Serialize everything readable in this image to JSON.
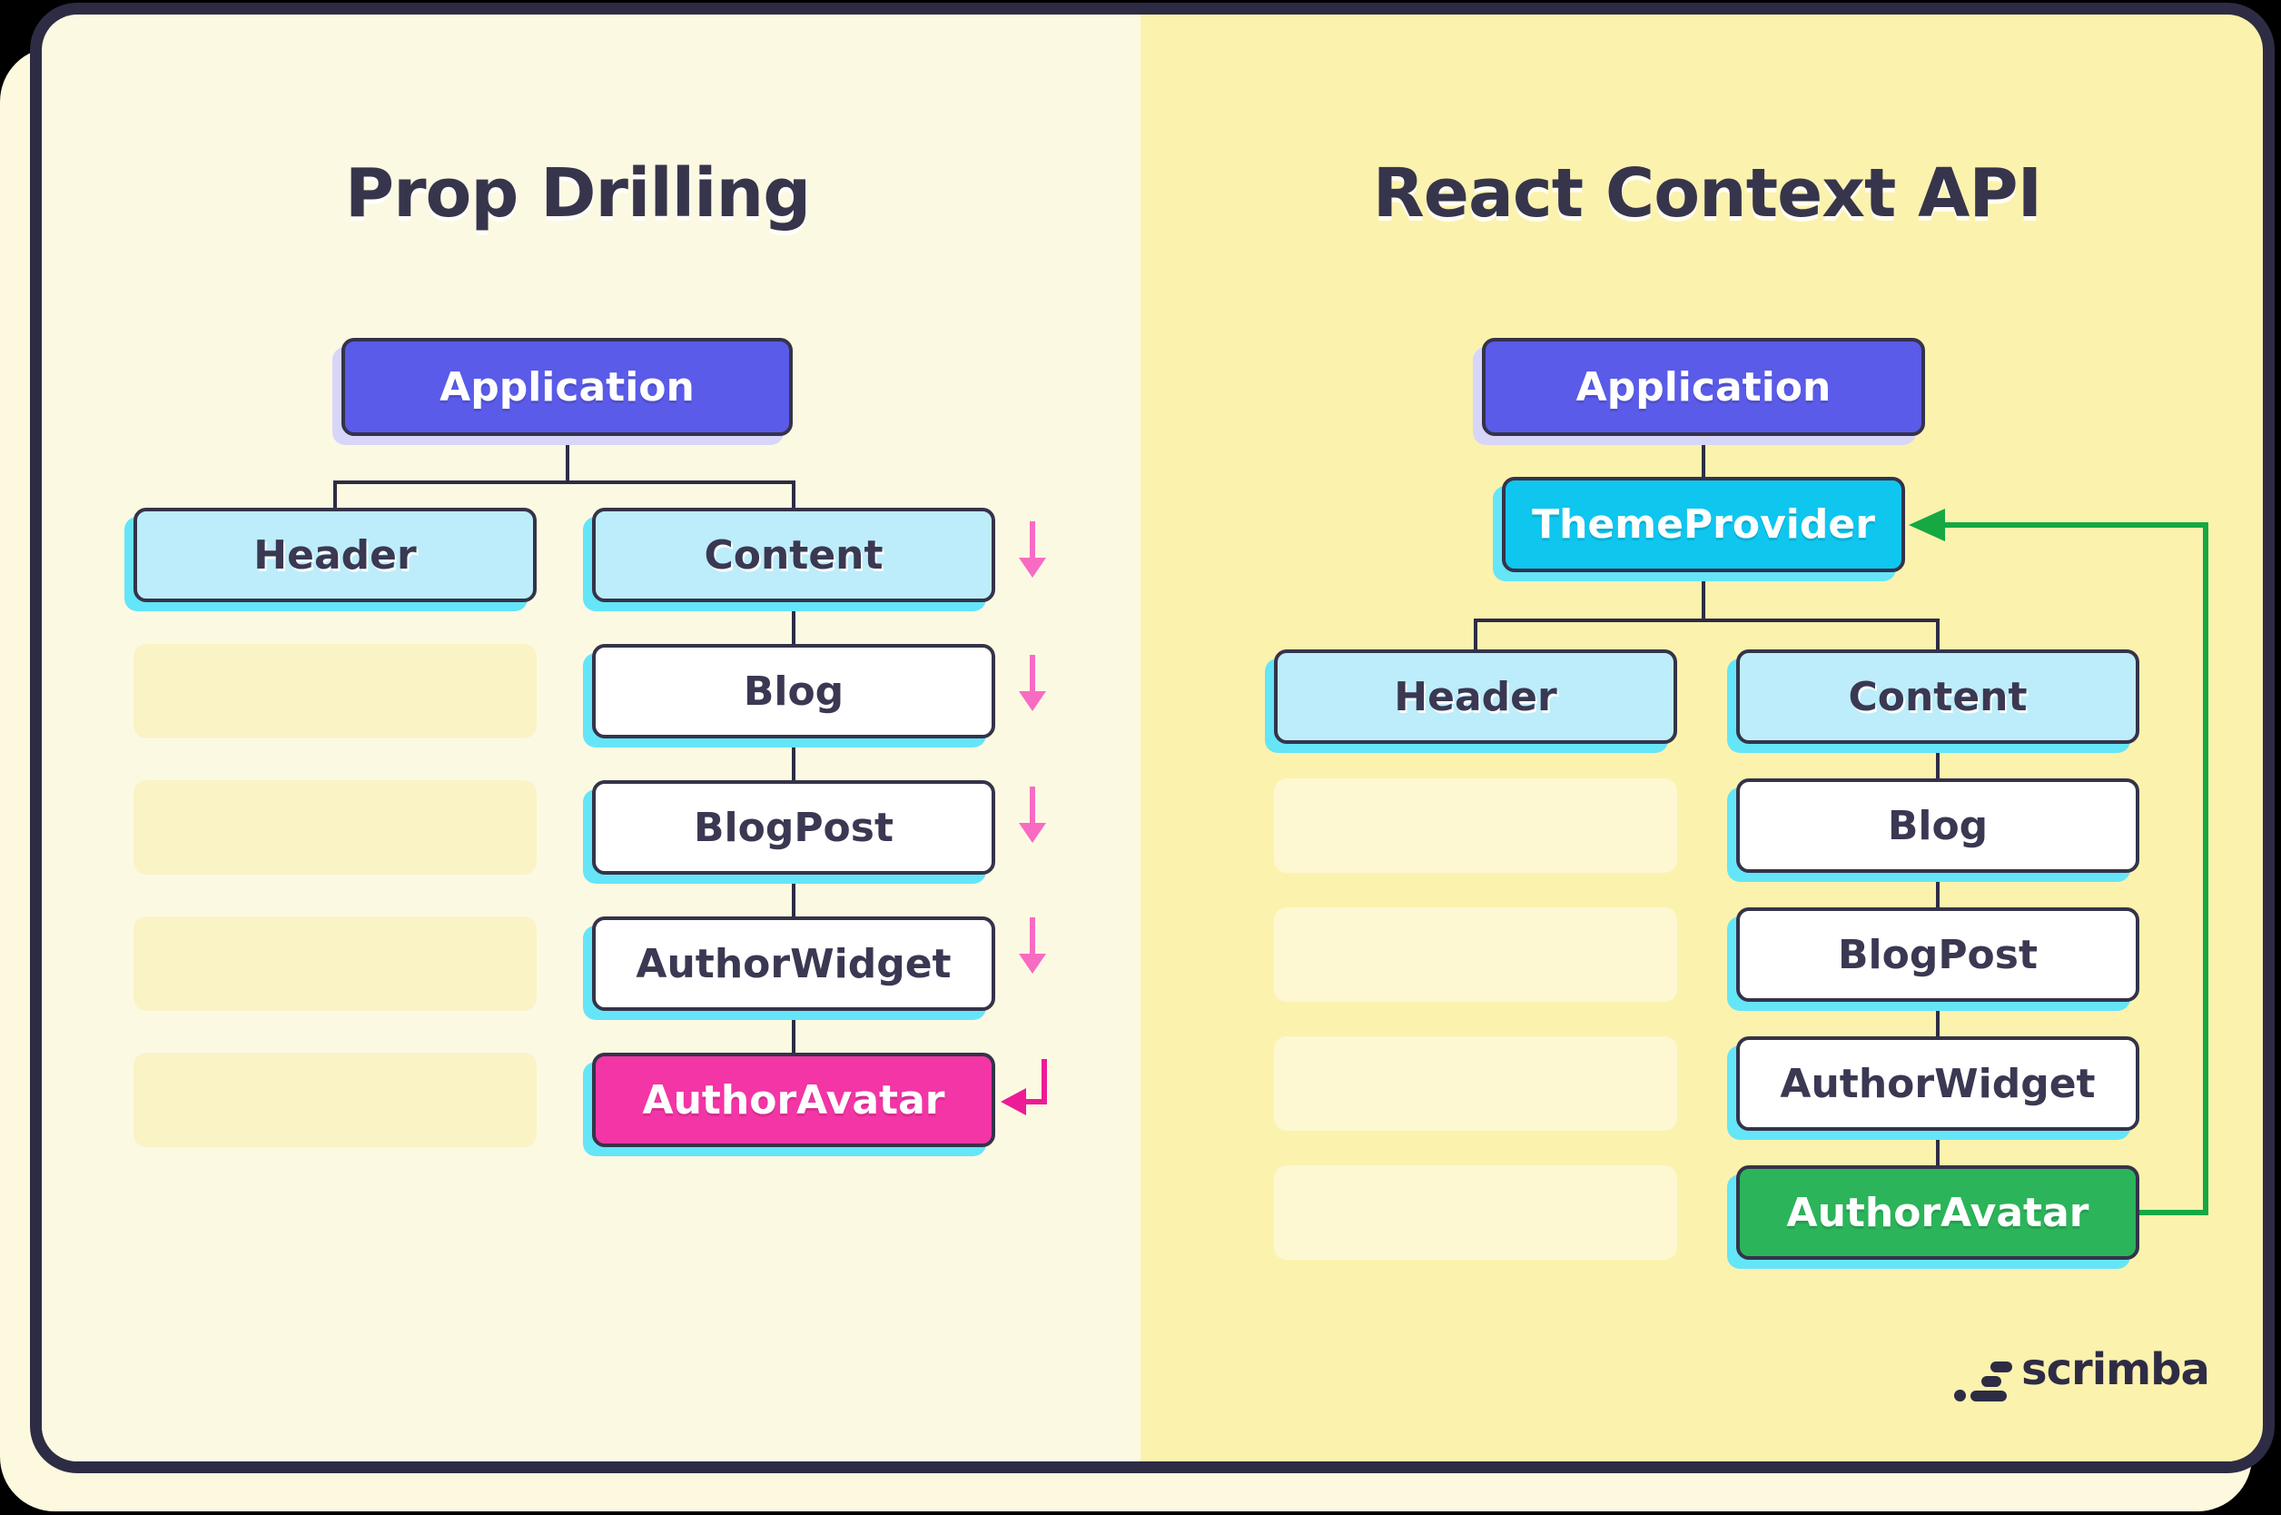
{
  "brand": {
    "name": "scrimba"
  },
  "left_panel": {
    "title": "Prop Drilling",
    "labels": {
      "application": "Application",
      "header": "Header",
      "content": "Content",
      "blog": "Blog",
      "blogpost": "BlogPost",
      "authorwidget": "AuthorWidget",
      "authoravatar": "AuthorAvatar"
    },
    "placeholder_count": 4,
    "edges": [
      [
        "Application",
        "Header"
      ],
      [
        "Application",
        "Content"
      ],
      [
        "Content",
        "Blog"
      ],
      [
        "Blog",
        "BlogPost"
      ],
      [
        "BlogPost",
        "AuthorWidget"
      ],
      [
        "AuthorWidget",
        "AuthorAvatar"
      ]
    ],
    "prop_arrows": {
      "count": 4,
      "direction": "down"
    }
  },
  "right_panel": {
    "title": "React Context API",
    "labels": {
      "application": "Application",
      "themeprovider": "ThemeProvider",
      "header": "Header",
      "content": "Content",
      "blog": "Blog",
      "blogpost": "BlogPost",
      "authorwidget": "AuthorWidget",
      "authoravatar": "AuthorAvatar"
    },
    "placeholder_count": 4,
    "edges": [
      [
        "Application",
        "ThemeProvider"
      ],
      [
        "ThemeProvider",
        "Header"
      ],
      [
        "ThemeProvider",
        "Content"
      ],
      [
        "Content",
        "Blog"
      ],
      [
        "Blog",
        "BlogPost"
      ],
      [
        "BlogPost",
        "AuthorWidget"
      ],
      [
        "AuthorWidget",
        "AuthorAvatar"
      ]
    ],
    "feedback_arrow": {
      "from": "AuthorAvatar",
      "to": "ThemeProvider"
    }
  },
  "colors": {
    "frame": "#2E2C44",
    "outside": "#000000",
    "undercard": "#FDF9DE",
    "left_bg": "#FCF9E3",
    "right_bg": "#FBF2AE",
    "indigo": "#5A5BE8",
    "light_cyan": "#BDEDFA",
    "bright_cyan": "#0FC6EF",
    "white": "#FFFFFF",
    "pink": "#F335A5",
    "pink_arrow": "#F86BC3",
    "pink_return_arrow": "#ED1C96",
    "green": "#2BB45A",
    "green_arrow": "#15A843",
    "cyan_shadow": "#65E5F8",
    "lavender_shadow": "#D7D6F8",
    "navy_text": "#3A3852"
  }
}
